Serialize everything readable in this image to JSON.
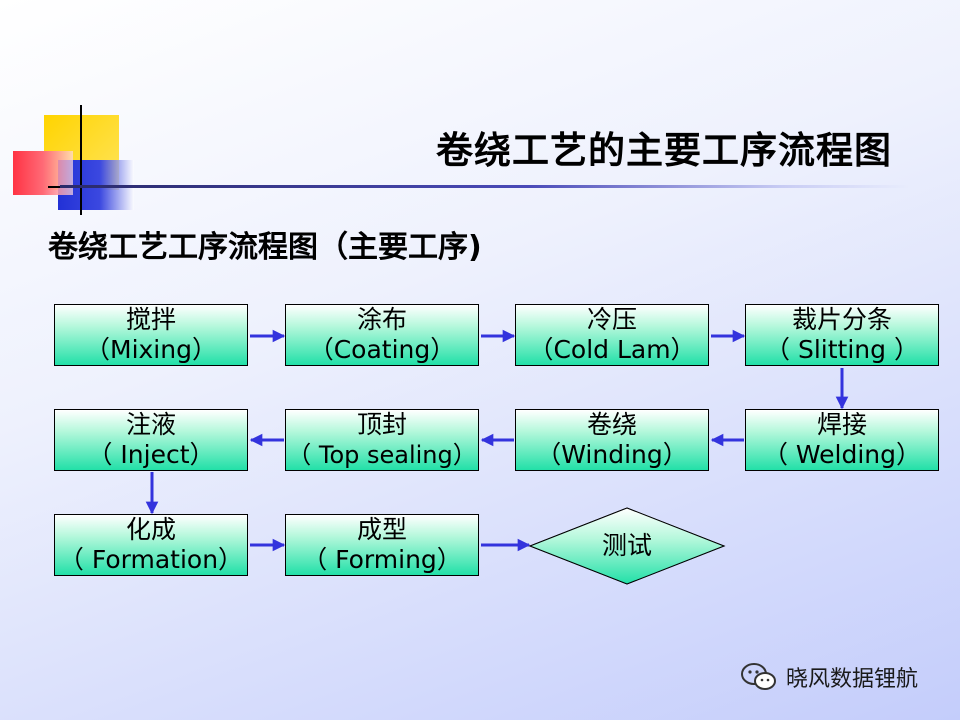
{
  "slide": {
    "title": "卷绕工艺的主要工序流程图",
    "subtitle": "卷绕工艺工序流程图（主要工序)"
  },
  "steps": [
    {
      "zh": "搅拌",
      "en": "（Mixing）"
    },
    {
      "zh": "涂布",
      "en": "（Coating）"
    },
    {
      "zh": "冷压",
      "en": "（Cold Lam）"
    },
    {
      "zh": "裁片分条",
      "en": "（ Slitting ）"
    },
    {
      "zh": "注液",
      "en": "（ Inject）"
    },
    {
      "zh": "顶封",
      "en": "（ Top sealing）"
    },
    {
      "zh": "卷绕",
      "en": "（Winding）"
    },
    {
      "zh": "焊接",
      "en": "（ Welding）"
    },
    {
      "zh": "化成",
      "en": "（ Formation）"
    },
    {
      "zh": "成型",
      "en": "（ Forming）"
    }
  ],
  "final_step": "测试",
  "watermark": "晓风数据锂航",
  "colors": {
    "box_gradient_bottom": "#22e0a8",
    "arrow": "#3333dd",
    "diamond_fill": "#3ce6a8"
  }
}
